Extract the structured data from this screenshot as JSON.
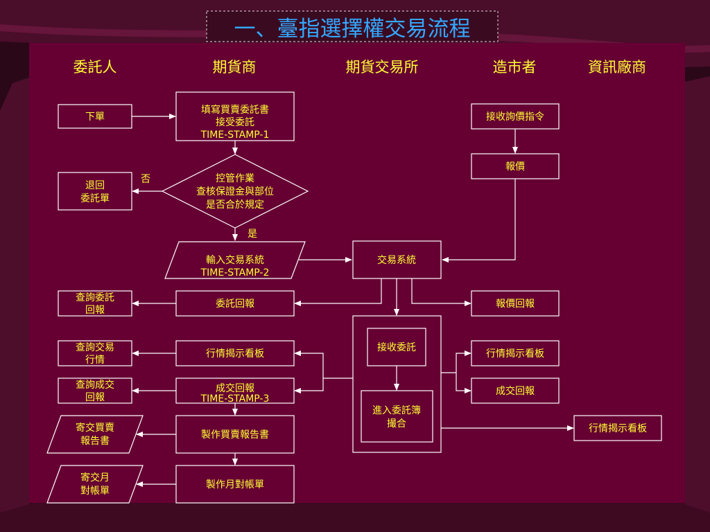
{
  "title": "一、臺指選擇權交易流程",
  "columns": [
    "委託人",
    "期貨商",
    "期貨交易所",
    "造市者",
    "資訊廠商"
  ],
  "labels": {
    "no": "否",
    "yes": "是"
  },
  "nodes": {
    "place_order": "下單",
    "fill_order": [
      "填寫買賣委託書",
      "接受委託",
      "TIME-STAMP-1"
    ],
    "risk_check": [
      "控管作業",
      "查核保證金與部位",
      "是否合於規定"
    ],
    "reject": [
      "退回",
      "委託單"
    ],
    "input_system": [
      "輸入交易系統",
      "TIME-STAMP-2"
    ],
    "trading_system": "交易系統",
    "receive_quote_cmd": "接收詢價指令",
    "quote": "報價",
    "order_report": "委託回報",
    "query_order": [
      "查詢委託",
      "回報"
    ],
    "quote_report": "報價回報",
    "market_board_broker": "行情揭示看板",
    "query_market": [
      "查詢交易",
      "行情"
    ],
    "receive_order": "接收委託",
    "enter_book": [
      "進入委託簿",
      "撮合"
    ],
    "market_board_mm": "行情揭示看板",
    "trade_report_mm": "成交回報",
    "trade_report": [
      "成交回報",
      "TIME-STAMP-3"
    ],
    "query_trade": [
      "查詢成交",
      "回報"
    ],
    "make_report": "製作買賣報告書",
    "send_report": [
      "寄交買賣",
      "報告書"
    ],
    "market_board_vendor": "行情揭示看板",
    "make_statement": "製作月對帳單",
    "send_statement": [
      "寄交月",
      "對帳單"
    ]
  },
  "colors": {
    "panel": "#660033",
    "background": "#2a0818",
    "text": "#ffff33",
    "title": "#33a8ff",
    "line": "#ffffff"
  }
}
